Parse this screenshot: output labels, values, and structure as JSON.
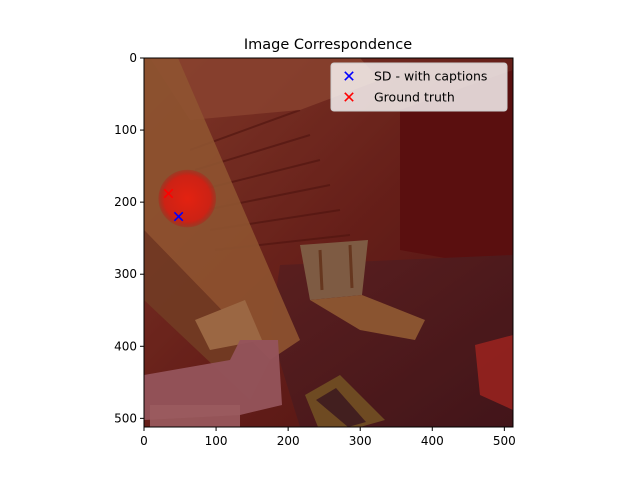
{
  "chart_data": {
    "type": "scatter",
    "title": "Image Correspondence",
    "xlabel": "",
    "ylabel": "",
    "xlim": [
      0,
      512
    ],
    "ylim": [
      512,
      0
    ],
    "y_inverted": true,
    "xticks": [
      0,
      100,
      200,
      300,
      400,
      500
    ],
    "yticks": [
      0,
      100,
      200,
      300,
      400,
      500
    ],
    "grid": false,
    "legend_placement": "upper-right",
    "background": "photograph of a dim wooden room with red overlay (attention heatmap), tilted chair and wooden planks",
    "series": [
      {
        "name": "SD - with captions",
        "marker": "x",
        "color": "#0000ff",
        "points": [
          [
            48,
            220
          ]
        ]
      },
      {
        "name": "Ground truth",
        "marker": "x",
        "color": "#ff0000",
        "points": [
          [
            34,
            188
          ]
        ]
      }
    ],
    "heat_blob": {
      "center": [
        60,
        195
      ],
      "radius": 40,
      "color": "#e01c10"
    }
  }
}
